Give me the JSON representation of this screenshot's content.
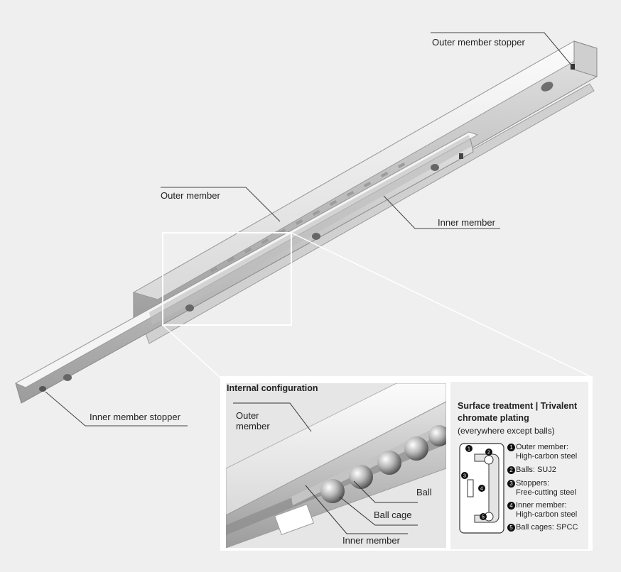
{
  "callouts": {
    "outer_member_stopper": "Outer member stopper",
    "outer_member": "Outer member",
    "inner_member": "Inner member",
    "inner_member_stopper": "Inner member stopper"
  },
  "detail": {
    "title": "Internal configuration",
    "outer_member": "Outer member",
    "ball": "Ball",
    "ball_cage": "Ball cage",
    "inner_member": "Inner member"
  },
  "surface": {
    "heading": "Surface treatment | Trivalent chromate plating",
    "subheading": "(everywhere except balls)"
  },
  "materials": [
    {
      "num": "1",
      "part": "Outer member:",
      "material": "High-carbon steel"
    },
    {
      "num": "2",
      "part": "Balls: SUJ2",
      "material": ""
    },
    {
      "num": "3",
      "part": "Stoppers:",
      "material": "Free-cutting steel"
    },
    {
      "num": "4",
      "part": "Inner member:",
      "material": "High-carbon steel"
    },
    {
      "num": "5",
      "part": "Ball cages: SPCC",
      "material": ""
    }
  ],
  "section_marks": [
    "1",
    "2",
    "3",
    "4",
    "5"
  ]
}
